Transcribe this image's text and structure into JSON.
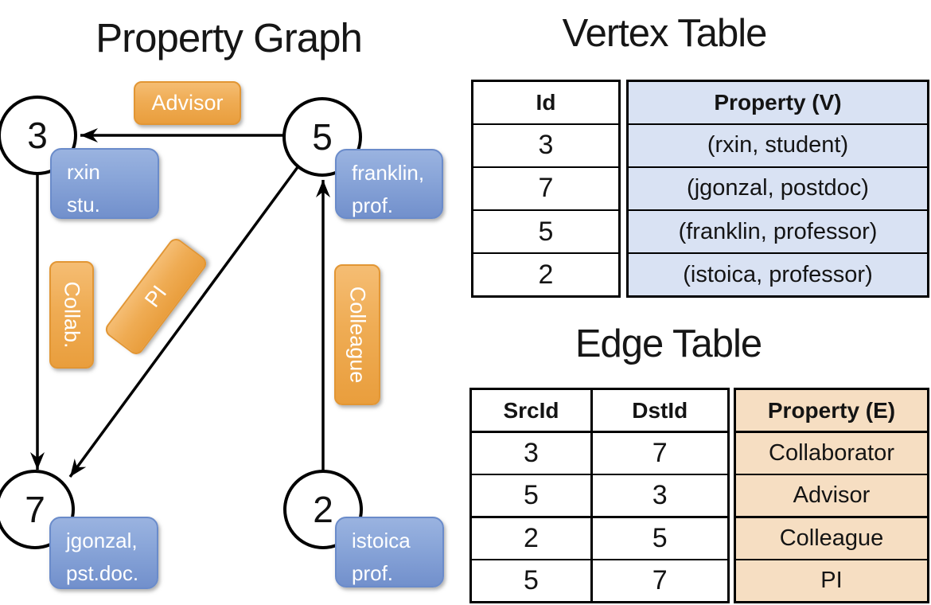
{
  "graph": {
    "title": "Property Graph",
    "nodes": [
      {
        "id": "3",
        "property_line1": "rxin",
        "property_line2": "stu."
      },
      {
        "id": "5",
        "property_line1": "franklin,",
        "property_line2": "prof."
      },
      {
        "id": "7",
        "property_line1": "jgonzal,",
        "property_line2": "pst.doc."
      },
      {
        "id": "2",
        "property_line1": "istoica",
        "property_line2": "prof."
      }
    ],
    "edges": [
      {
        "label": "Advisor",
        "src": "5",
        "dst": "3"
      },
      {
        "label": "Collab.",
        "src": "3",
        "dst": "7"
      },
      {
        "label": "PI",
        "src": "5",
        "dst": "7"
      },
      {
        "label": "Colleague",
        "src": "2",
        "dst": "5"
      }
    ]
  },
  "vertex_table": {
    "title": "Vertex Table",
    "headers": {
      "id": "Id",
      "property": "Property (V)"
    },
    "rows": [
      [
        "3",
        "(rxin, student)"
      ],
      [
        "7",
        "(jgonzal, postdoc)"
      ],
      [
        "5",
        "(franklin, professor)"
      ],
      [
        "2",
        "(istoica, professor)"
      ]
    ]
  },
  "edge_table": {
    "title": "Edge Table",
    "headers": {
      "src": "SrcId",
      "dst": "DstId",
      "property": "Property (E)"
    },
    "rows": [
      [
        "3",
        "7",
        "Collaborator"
      ],
      [
        "5",
        "3",
        "Advisor"
      ],
      [
        "2",
        "5",
        "Colleague"
      ],
      [
        "5",
        "7",
        "PI"
      ]
    ]
  },
  "colors": {
    "edge_label_fill_top": "#F5BD73",
    "edge_label_fill_bottom": "#E99E3D",
    "vertex_label_fill_top": "#9AB3E0",
    "vertex_label_fill_bottom": "#7290CC",
    "vertex_property_cell": "#D9E2F3",
    "edge_property_cell": "#F6DEC2",
    "line": "#000000",
    "text": "#141414"
  }
}
